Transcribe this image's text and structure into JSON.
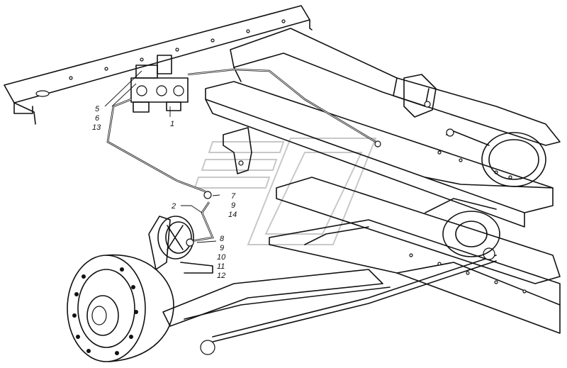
{
  "callouts": [
    {
      "id": "c1",
      "text": "1"
    },
    {
      "id": "c2",
      "text": "2"
    },
    {
      "id": "c5",
      "text": "5"
    },
    {
      "id": "c6",
      "text": "6"
    },
    {
      "id": "c13",
      "text": "13"
    },
    {
      "id": "c7",
      "text": "7"
    },
    {
      "id": "c9a",
      "text": "9"
    },
    {
      "id": "c14",
      "text": "14"
    },
    {
      "id": "c8",
      "text": "8"
    },
    {
      "id": "c9b",
      "text": "9"
    },
    {
      "id": "c10",
      "text": "10"
    },
    {
      "id": "c11",
      "text": "11"
    },
    {
      "id": "c12",
      "text": "12"
    }
  ],
  "colors": {
    "ink": "#111111",
    "watermark": "#c8c8c8",
    "background": "#ffffff"
  }
}
